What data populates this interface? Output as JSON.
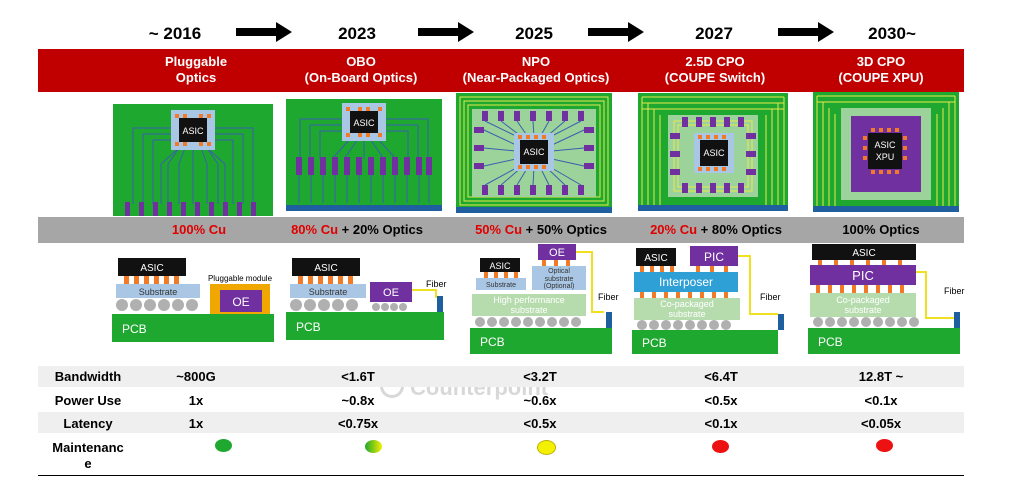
{
  "years": [
    "~ 2016",
    "2023",
    "2025",
    "2027",
    "2030~"
  ],
  "generations": [
    {
      "line1": "Pluggable",
      "line2": "Optics"
    },
    {
      "line1": "OBO",
      "line2": "(On-Board Optics)"
    },
    {
      "line1": "NPO",
      "line2": "(Near-Packaged Optics)"
    },
    {
      "line1": "2.5D CPO",
      "line2": "(COUPE Switch)"
    },
    {
      "line1": "3D CPO",
      "line2": "(COUPE XPU)"
    }
  ],
  "composition": [
    {
      "red": "100% Cu",
      "rest": ""
    },
    {
      "red": "80% Cu",
      "rest": " + 20% Optics"
    },
    {
      "red": "50% Cu",
      "rest": " + 50% Optics"
    },
    {
      "red": "20% Cu",
      "rest": " + 80% Optics"
    },
    {
      "red": "",
      "rest": "100% Optics"
    }
  ],
  "labels": {
    "asic": "ASIC",
    "asic_xpu_1": "ASIC",
    "asic_xpu_2": "XPU",
    "substrate": "Substrate",
    "pluggable_module": "Pluggable module",
    "oe": "OE",
    "fiber": "Fiber",
    "pcb": "PCB",
    "optical_substrate_1": "Optical",
    "optical_substrate_2": "substrate",
    "optical_substrate_3": "(Optional)",
    "high_perf_1": "High performance",
    "high_perf_2": "substrate",
    "pic": "PIC",
    "interposer": "Interposer",
    "co_packaged_1": "Co-packaged",
    "co_packaged_2": "substrate"
  },
  "table": {
    "rows": [
      {
        "label": "Bandwidth",
        "values": [
          "~800G",
          "<1.6T",
          "<3.2T",
          "<6.4T",
          "12.8T ~"
        ]
      },
      {
        "label": "Power Use",
        "values": [
          "1x",
          "~0.8x",
          "~0.6x",
          "<0.5x",
          "<0.1x"
        ]
      },
      {
        "label": "Latency",
        "values": [
          "1x",
          "<0.75x",
          "<0.5x",
          "<0.1x",
          "<0.05x"
        ]
      }
    ],
    "maintenance_label_1": "Maintenanc",
    "maintenance_label_2": "e",
    "maintenance_colors": [
      "#1fa830",
      "gradient-green-yellow",
      "#f3f000",
      "#ee1111",
      "#ee1111"
    ]
  },
  "watermark": "Counterpoint",
  "colors": {
    "band": "#c00000",
    "board": "#1fa830",
    "chip": "#111111",
    "pin": "#f07a28",
    "oe": "#7030a0",
    "fiber": "#1f5fa0",
    "substrate": "#a9c7e5",
    "interposer": "#2ea0d6"
  }
}
